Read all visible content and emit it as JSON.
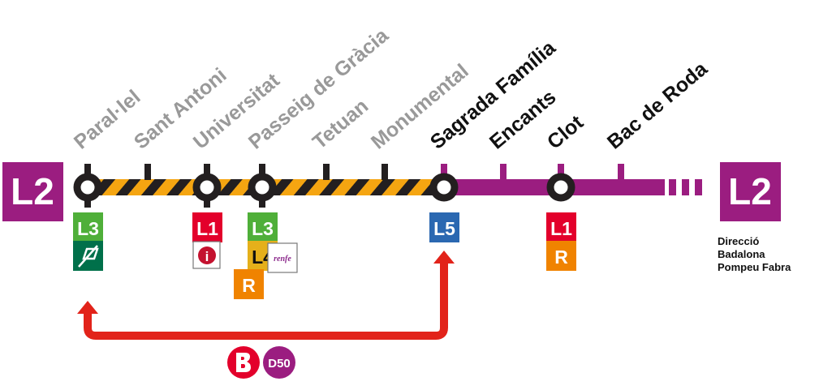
{
  "line": {
    "name": "L2",
    "color": "#9B1D80",
    "closed_stripe_colors": [
      "#F5A511",
      "#231F20"
    ]
  },
  "destination": {
    "lines": [
      "Direcció",
      "Badalona",
      "Pompeu Fabra"
    ]
  },
  "stations": [
    {
      "name": "Paral·lel",
      "status": "closed",
      "type": "interchange",
      "connections": [
        {
          "label": "L3",
          "color": "#4FAF39",
          "text_color": "#ffffff"
        },
        {
          "label": "",
          "icon": "funicular-icon",
          "color": "#00704A"
        }
      ]
    },
    {
      "name": "Sant Antoni",
      "status": "closed",
      "type": "stop",
      "connections": []
    },
    {
      "name": "Universitat",
      "status": "closed",
      "type": "interchange",
      "connections": [
        {
          "label": "L1",
          "color": "#E3002B",
          "text_color": "#ffffff"
        },
        {
          "label": "i",
          "icon": "info-icon",
          "color": "#ffffff"
        }
      ]
    },
    {
      "name": "Passeig de Gràcia",
      "status": "closed",
      "type": "interchange",
      "connections": [
        {
          "label": "L3",
          "color": "#4FAF39",
          "text_color": "#ffffff"
        },
        {
          "label": "L4",
          "color": "#E5B01B",
          "text_color": "#111111"
        },
        {
          "label": "R",
          "color": "#F08300",
          "text_color": "#ffffff"
        },
        {
          "label": "renfe",
          "icon": "renfe-logo",
          "color": "#ffffff"
        }
      ]
    },
    {
      "name": "Tetuan",
      "status": "closed",
      "type": "stop",
      "connections": []
    },
    {
      "name": "Monumental",
      "status": "closed",
      "type": "stop",
      "connections": []
    },
    {
      "name": "Sagrada Família",
      "status": "open",
      "type": "interchange",
      "connections": [
        {
          "label": "L5",
          "color": "#2B68B1",
          "text_color": "#ffffff"
        }
      ]
    },
    {
      "name": "Encants",
      "status": "open",
      "type": "stop",
      "connections": []
    },
    {
      "name": "Clot",
      "status": "open",
      "type": "interchange",
      "connections": [
        {
          "label": "L1",
          "color": "#E3002B",
          "text_color": "#ffffff"
        },
        {
          "label": "R",
          "color": "#F08300",
          "text_color": "#ffffff"
        }
      ]
    },
    {
      "name": "Bac de Roda",
      "status": "open",
      "type": "stop",
      "connections": []
    }
  ],
  "label_colors": {
    "closed": "#999999",
    "open": "#111111"
  },
  "alternative": {
    "arrow_color": "#E2231A",
    "from": "Sagrada Família",
    "to": "Paral·lel",
    "services": [
      {
        "label": "B",
        "icon": "bus-icon",
        "color": "#E3002B"
      },
      {
        "label": "D50",
        "color": "#9B1D80"
      }
    ]
  }
}
